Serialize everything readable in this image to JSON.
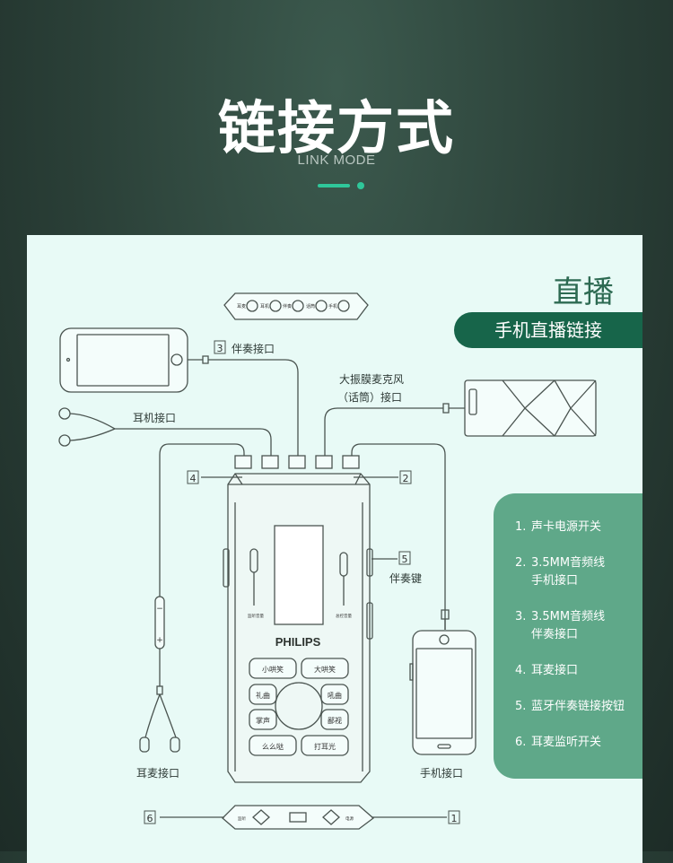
{
  "header": {
    "title": "链接方式",
    "subtitle": "LINK MODE"
  },
  "panel": {
    "live_label": "直播",
    "mode_banner": "手机直播链接"
  },
  "labels": {
    "accompaniment_port": "伴奏接口",
    "earphone_port": "耳机接口",
    "mic_line1": "大振膜麦克风",
    "mic_line2": "（话筒）接口",
    "accompaniment_key": "伴奏键",
    "headset_port": "耳麦接口",
    "phone_port": "手机接口",
    "num_1": "1",
    "num_2": "2",
    "num_3": "3",
    "num_4": "4",
    "num_5": "5",
    "num_6": "6"
  },
  "device": {
    "brand": "PHILIPS",
    "buttons": [
      "小哄笑",
      "大哄笑",
      "礼曲",
      "吼曲",
      "掌声",
      "鄙视",
      "么么哒",
      "打耳光"
    ],
    "top_ports": [
      "耳麦",
      "耳机",
      "伴奏",
      "话筒",
      "手机"
    ],
    "knob_left": "监听音量",
    "knob_right": "总控音量",
    "bottom_left": "监听",
    "bottom_right": "电源"
  },
  "legend": {
    "items": [
      {
        "num": "1.",
        "text": "声卡电源开关"
      },
      {
        "num": "2.",
        "text": "3.5MM音频线\n手机接口"
      },
      {
        "num": "3.",
        "text": "3.5MM音频线\n伴奏接口"
      },
      {
        "num": "4.",
        "text": "耳麦接口"
      },
      {
        "num": "5.",
        "text": "蓝牙伴奏链接按钮"
      },
      {
        "num": "6.",
        "text": "耳麦监听开关"
      }
    ]
  },
  "colors": {
    "accent": "#2fc79a",
    "banner": "#17654a",
    "legend_bg": "#5fa889",
    "panel_bg": "#e8faf6"
  }
}
